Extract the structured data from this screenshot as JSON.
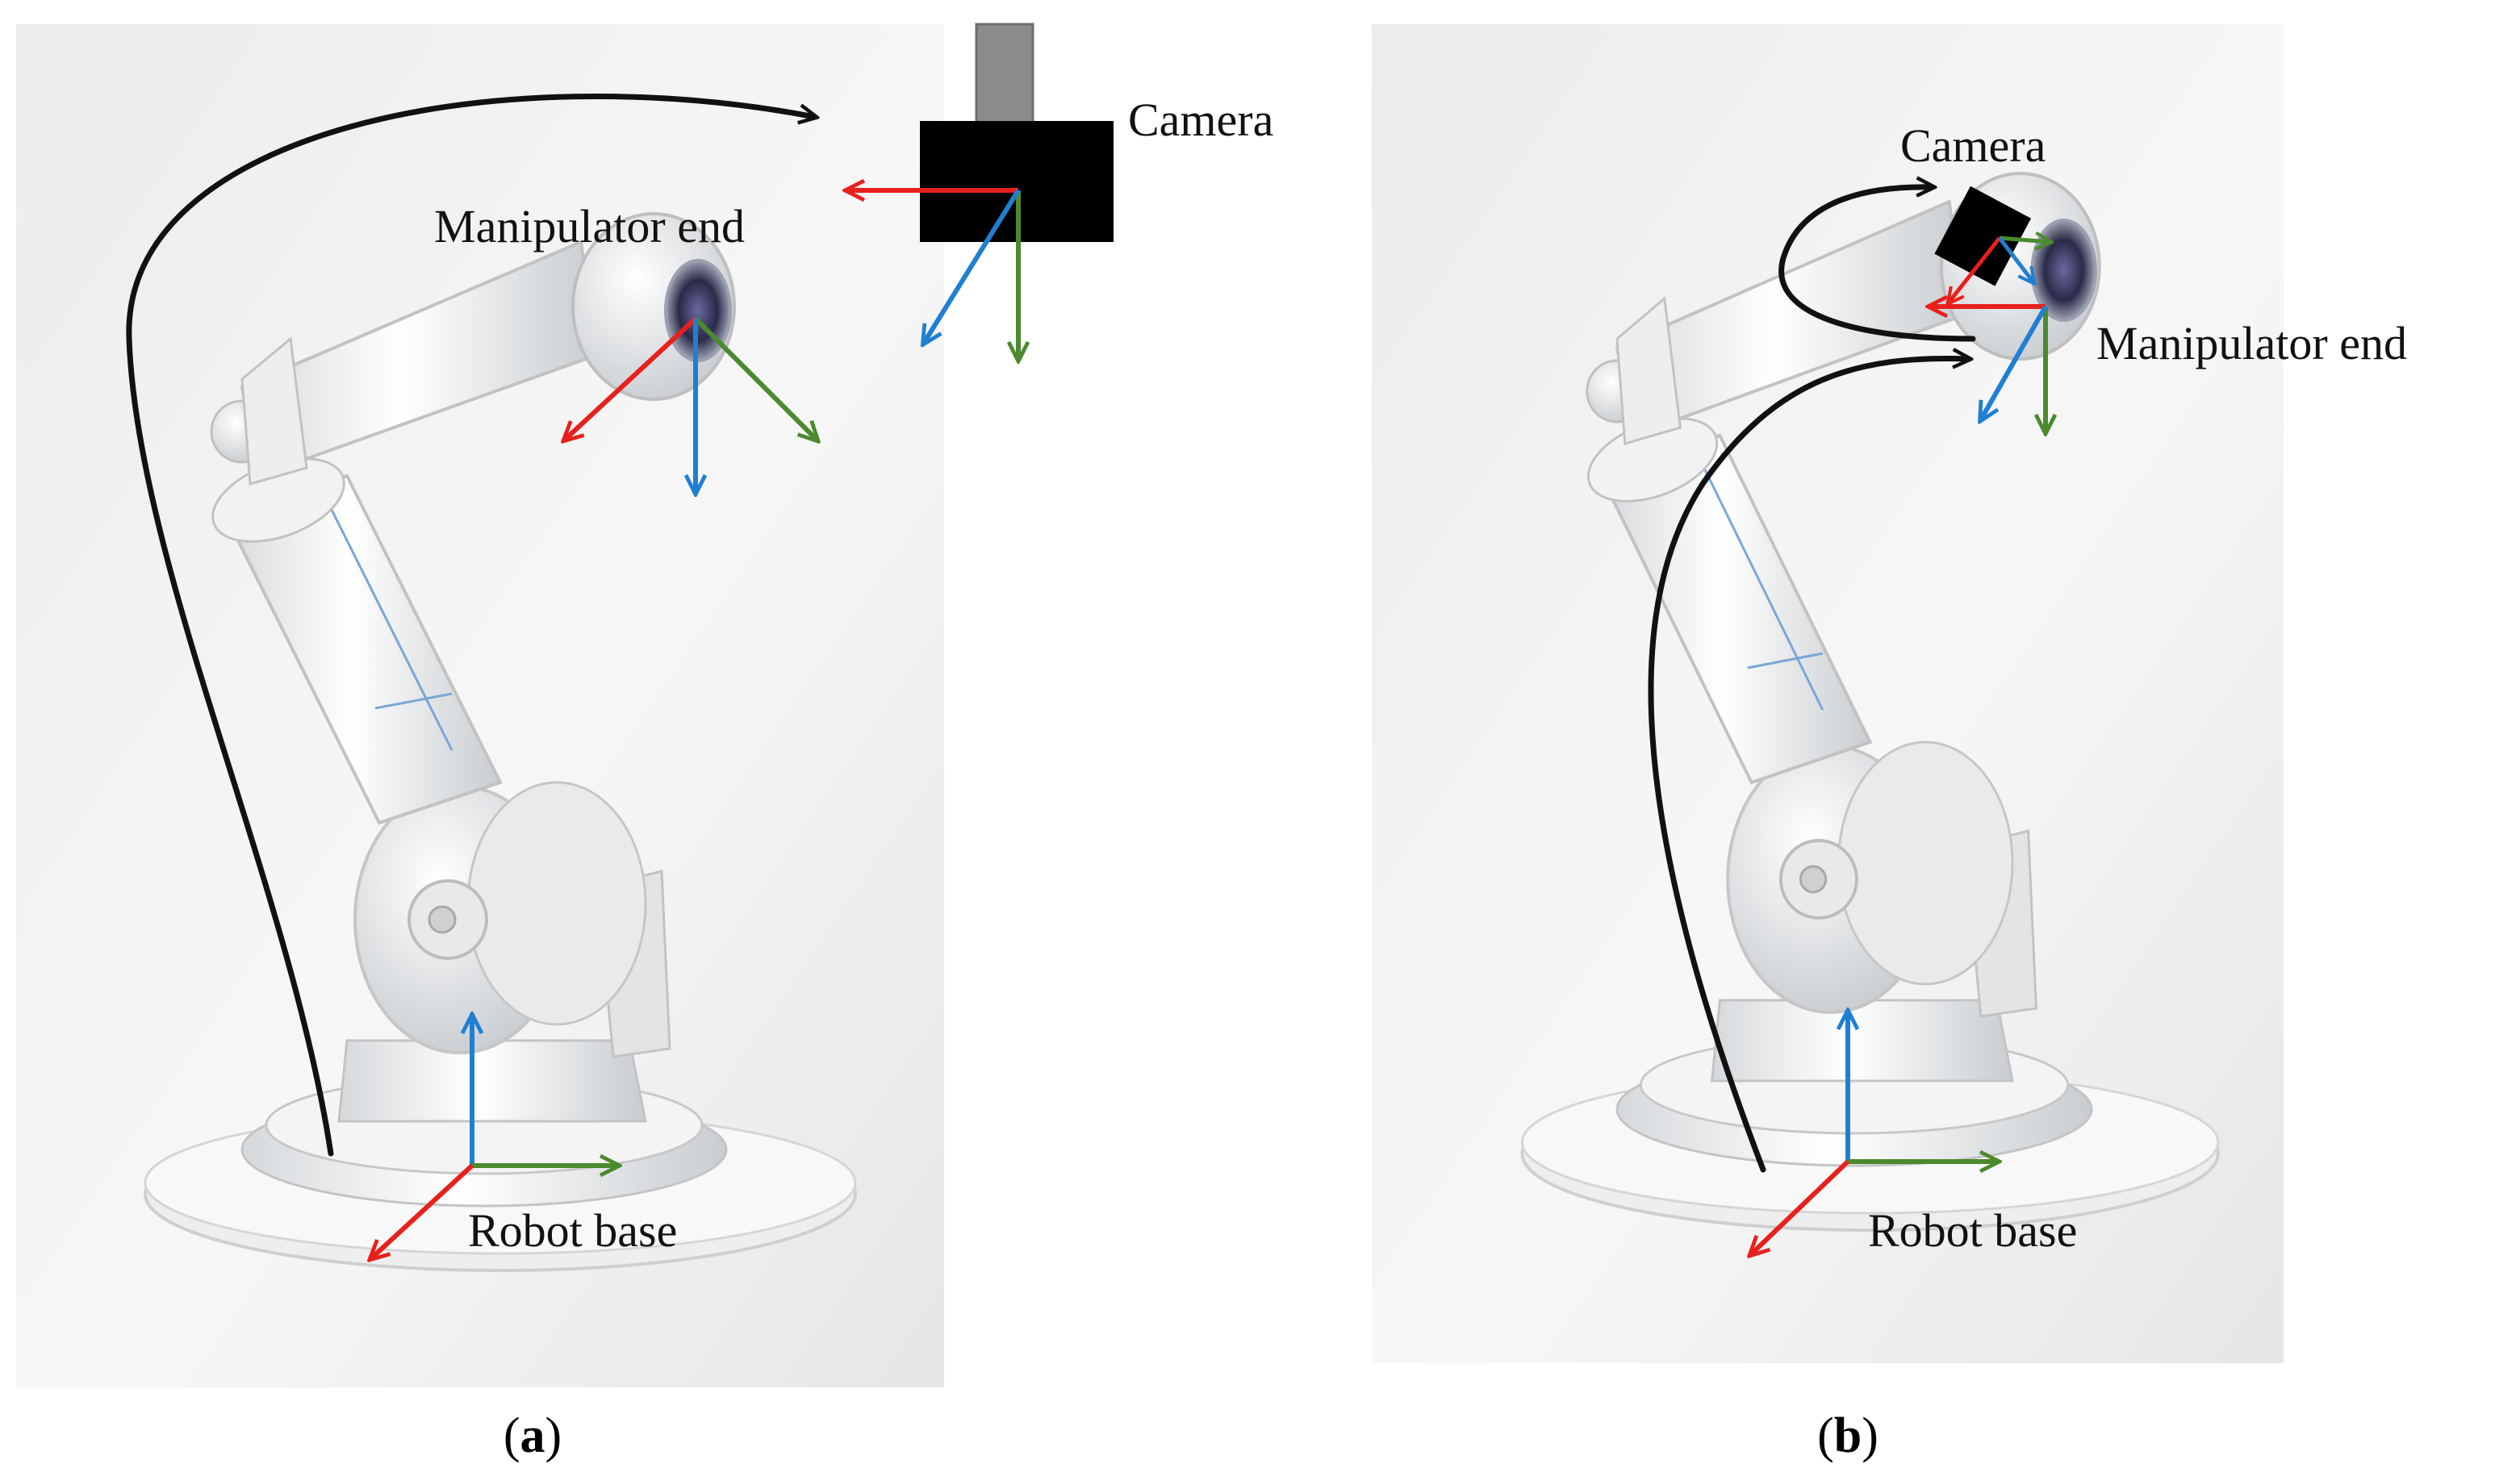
{
  "colors": {
    "x_axis": "#e8201c",
    "y_axis": "#4b8a2e",
    "z_axis": "#1f7fd1",
    "trajectory": "#111111",
    "camera_body": "#000000",
    "camera_mount": "#8c8c8c"
  },
  "panels": [
    {
      "id": "a",
      "labels": {
        "camera": "Camera",
        "manipulator_end": "Manipulator end",
        "robot_base": "Robot base"
      },
      "caption": {
        "open": "(",
        "letter": "a",
        "close": ")"
      }
    },
    {
      "id": "b",
      "labels": {
        "camera": "Camera",
        "manipulator_end": "Manipulator end",
        "robot_base": "Robot base"
      },
      "caption": {
        "open": "(",
        "letter": "b",
        "close": ")"
      }
    }
  ]
}
